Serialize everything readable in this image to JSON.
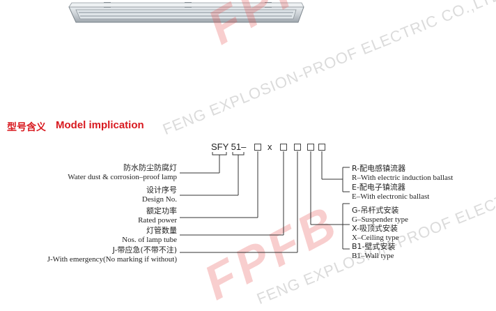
{
  "watermark": {
    "logo_top": "FPFB",
    "logo_bottom": "FPFB",
    "text_top": "FENG EXPLOSION-PROOF ELECTRIC CO.,LTD.",
    "text_bottom": "FENG EXPLOSION-PROOF ELECTRIC CO.,LTD."
  },
  "section": {
    "title_cn": "型号含义",
    "title_en": "Model implication"
  },
  "model": {
    "prefix": "SFY 51–",
    "separator": "x"
  },
  "left_labels": [
    {
      "cn": "防水防尘防腐灯",
      "en": "Water dust & corrosion–proof lamp"
    },
    {
      "cn": "设计序号",
      "en": "Design No."
    },
    {
      "cn": "额定功率",
      "en": "Rated power"
    },
    {
      "cn": "灯管数量",
      "en": "Nos. of lamp tube"
    },
    {
      "cn": "J-带应急(不带不注)",
      "en": "J-With emergency(No marking if without)"
    }
  ],
  "right_labels": [
    {
      "cn": "R-配电感镇流器",
      "en": "R–With electric induction ballast"
    },
    {
      "cn": "E-配电子镇流器",
      "en": "E–With electronic ballast"
    },
    {
      "cn": "G-吊杆式安装",
      "en": "G–Suspender type"
    },
    {
      "cn": "X-吸顶式安装",
      "en": "X–Ceiling type"
    },
    {
      "cn": "B1-壁式安装",
      "en": "B1–Wall type"
    }
  ],
  "colors": {
    "accent": "#d8191f"
  }
}
